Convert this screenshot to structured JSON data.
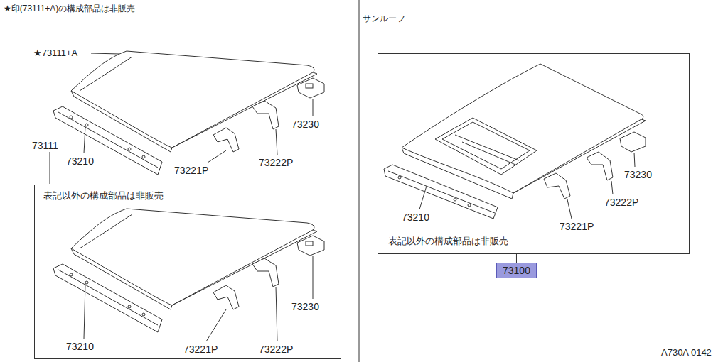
{
  "diagram": {
    "nodes": [
      {
        "text": [
          "表記以外の構成部品は非販売"
        ]
      },
      {
        "text": [
          "表記以外の構成部品は非販売"
        ]
      },
      {
        "text": [
          "73100"
        ]
      }
    ],
    "edges": [
      {
        "from": 1,
        "to": 2,
        "arrow": "none"
      }
    ],
    "labels": [
      "★印(73111+A)の構成部品は非販売",
      "★73111+A",
      "73230",
      "73222P",
      "73221P",
      "73210",
      "73111",
      "73210",
      "73221P",
      "73222P",
      "73230",
      "サンルーフ",
      "73230",
      "73222P",
      "73221P",
      "73210",
      "A730A 0142"
    ]
  }
}
